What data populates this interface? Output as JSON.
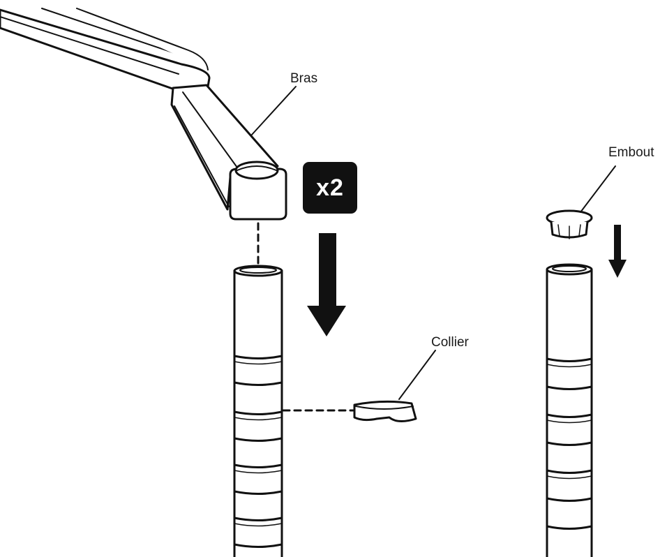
{
  "labels": {
    "arm": "Bras",
    "end_cap": "Embout",
    "collar": "Collier",
    "quantity": "x2"
  }
}
